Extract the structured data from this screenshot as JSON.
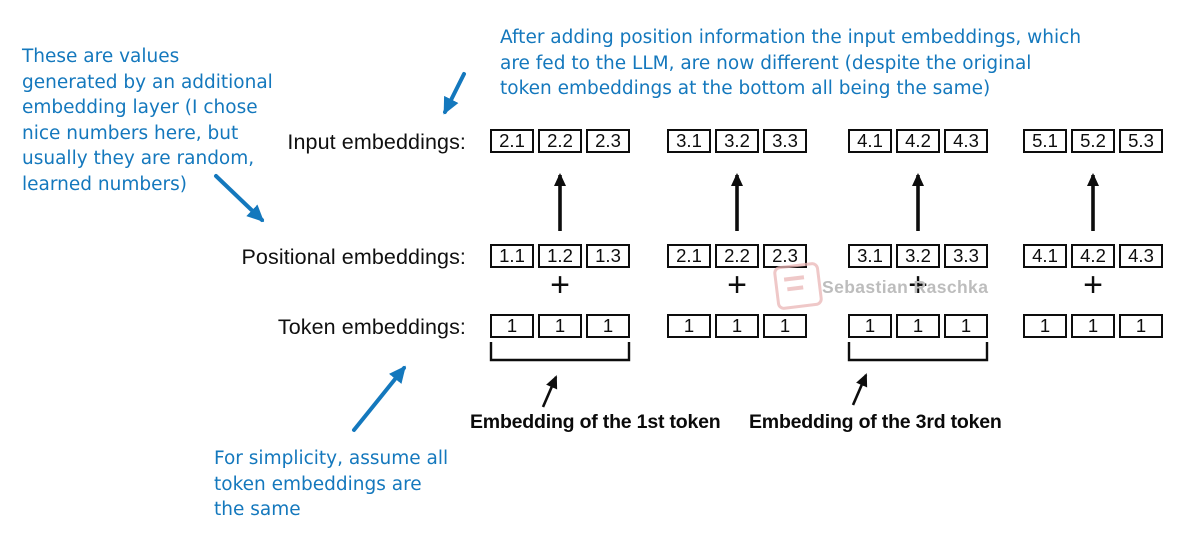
{
  "colors": {
    "annotation_blue": "#1478BD",
    "diagram_black": "#0d0d0d",
    "watermark_gray": "#bdbdbd",
    "watermark_pink": "#eab6b6"
  },
  "rows": [
    {
      "id": "input",
      "label": "Input embeddings:",
      "groups": [
        [
          "2.1",
          "2.2",
          "2.3"
        ],
        [
          "3.1",
          "3.2",
          "3.3"
        ],
        [
          "4.1",
          "4.2",
          "4.3"
        ],
        [
          "5.1",
          "5.2",
          "5.3"
        ]
      ]
    },
    {
      "id": "positional",
      "label": "Positional embeddings:",
      "groups": [
        [
          "1.1",
          "1.2",
          "1.3"
        ],
        [
          "2.1",
          "2.2",
          "2.3"
        ],
        [
          "3.1",
          "3.2",
          "3.3"
        ],
        [
          "4.1",
          "4.2",
          "4.3"
        ]
      ]
    },
    {
      "id": "token",
      "label": "Token embeddings:",
      "groups": [
        [
          "1",
          "1",
          "1"
        ],
        [
          "1",
          "1",
          "1"
        ],
        [
          "1",
          "1",
          "1"
        ],
        [
          "1",
          "1",
          "1"
        ]
      ]
    }
  ],
  "operators": {
    "plus": "+"
  },
  "annotations": {
    "left": {
      "lines": [
        "These are values",
        "generated by an additional",
        "embedding layer (I chose",
        "nice numbers here, but",
        "usually they are random,",
        "learned numbers)"
      ]
    },
    "top": {
      "lines": [
        "After adding position information the input embeddings, which",
        "are fed to the LLM, are now different (despite the original",
        "token embeddings at the bottom all being the same)"
      ]
    },
    "bottom": {
      "lines": [
        "For simplicity, assume all",
        "token embeddings are",
        "the same"
      ]
    }
  },
  "captions": {
    "first_token": "Embedding of the 1st token",
    "third_token": "Embedding of the 3rd token"
  },
  "watermark": {
    "text": "Sebastian Raschka"
  }
}
